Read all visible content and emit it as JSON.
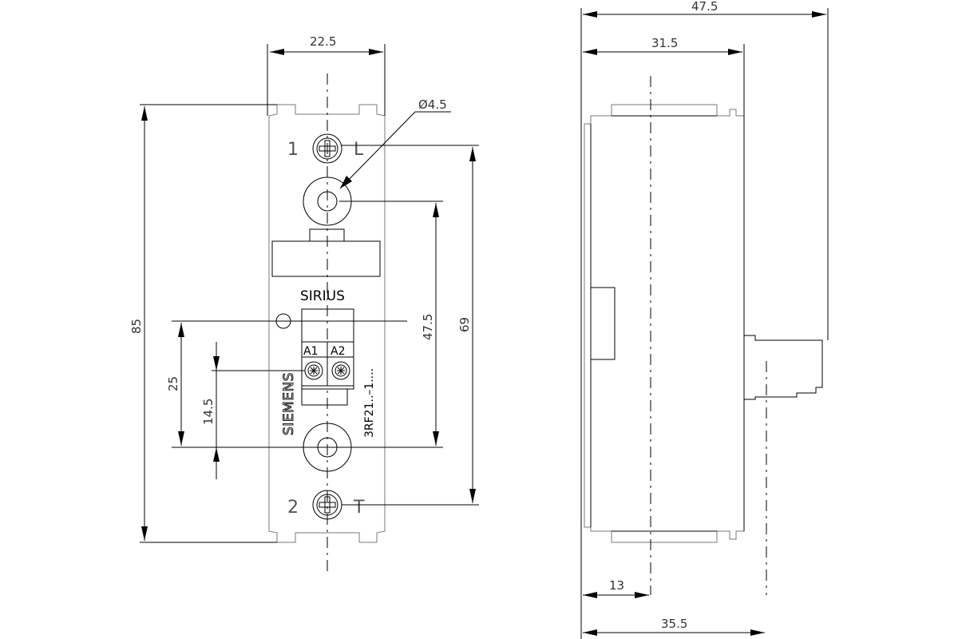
{
  "dimensions": {
    "front_width": "22.5",
    "front_height": "85",
    "hole_diameter": "Ø4.5",
    "terminal_spacing": "69",
    "hole_spacing": "47.5",
    "control_to_hole": "25",
    "control_offset": "14.5",
    "side_total_depth": "47.5",
    "side_body_depth": "31.5",
    "side_centerline_depth": "13",
    "side_rear_depth": "35.5"
  },
  "labels": {
    "terminal_1_number": "1",
    "terminal_1_letter": "L",
    "terminal_2_number": "2",
    "terminal_2_letter": "T",
    "series_name": "SIRIUS",
    "control_a1": "A1",
    "control_a2": "A2",
    "brand": "SIEMENS",
    "order_number": "3RF21..–1...."
  },
  "colors": {
    "line": "#000000",
    "body_outline": "#7a7a7a",
    "background": "#ffffff"
  }
}
